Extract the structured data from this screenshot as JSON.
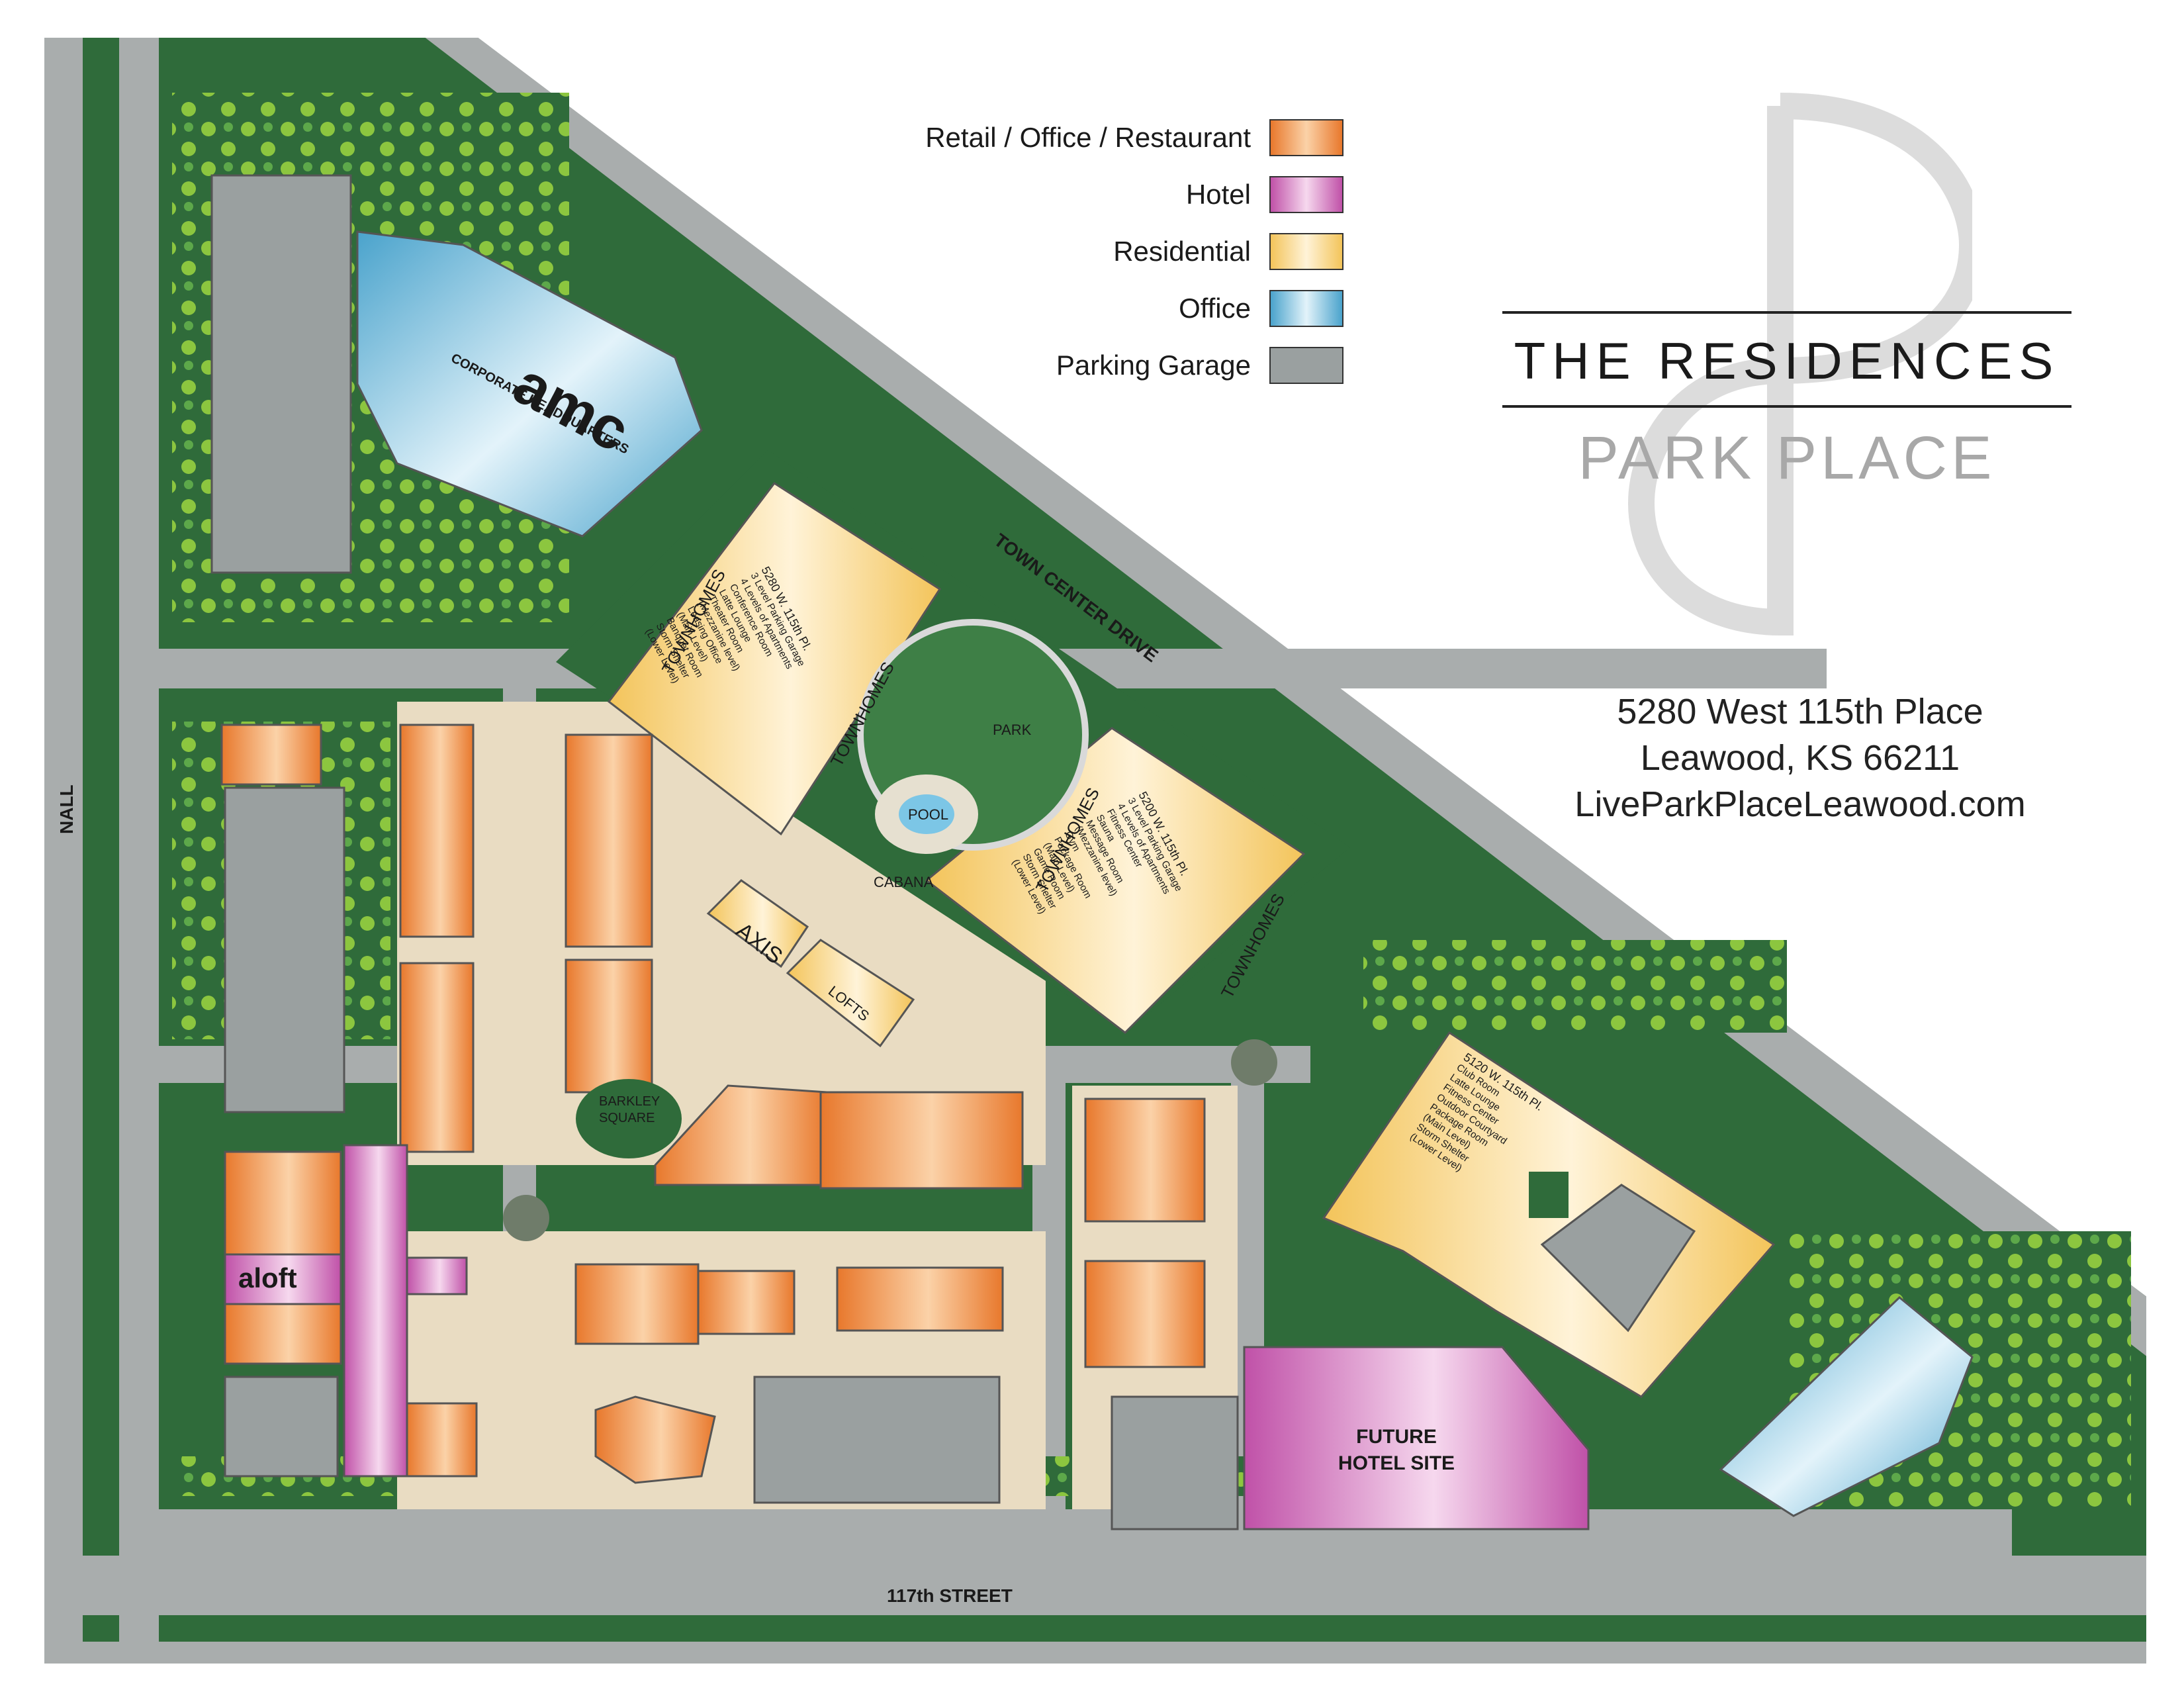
{
  "legend": {
    "items": [
      {
        "label": "Retail / Office / Restaurant",
        "color": "#f08a3c"
      },
      {
        "label": "Hotel",
        "color": "#c860b0"
      },
      {
        "label": "Residential",
        "color": "#f5cf6a"
      },
      {
        "label": "Office",
        "color": "#5aaed0"
      },
      {
        "label": "Parking Garage",
        "color": "#9aa0a0"
      }
    ]
  },
  "brand": {
    "title": "THE RESIDENCES",
    "subtitle": "PARK PLACE"
  },
  "address": {
    "line1": "5280 West 115th Place",
    "line2": "Leawood, KS 66211",
    "website": "LiveParkPlaceLeawood.com"
  },
  "streets": {
    "nall": "NALL",
    "town_center": "TOWN CENTER DRIVE",
    "street_117": "117th STREET"
  },
  "places": {
    "amc_logo": "amc",
    "amc_sub": "CORPORATE HEADQUARTERS",
    "aloft": "aloft",
    "axis": "AXIS",
    "lofts": "LOFTS",
    "park": "PARK",
    "pool": "POOL",
    "cabana": "CABANA",
    "barkley_1": "BARKLEY",
    "barkley_2": "SQUARE",
    "future_hotel_1": "FUTURE",
    "future_hotel_2": "HOTEL SITE",
    "townhomes": "TOWNHOMES"
  },
  "buildings": {
    "b5280": {
      "title": "5280 W. 115th Pl.",
      "lines": [
        "3 Level Parking Garage",
        "4 Levels of Apartments",
        "Conference Room",
        "Latte Lounge",
        "Theater Room",
        "(Mezzanine level)",
        "Leasing Office",
        "(Main Level)",
        "Banquet Room",
        "Storm Shelter",
        "(Lower Level)"
      ]
    },
    "b5200": {
      "title": "5200 W. 115th Pl.",
      "lines": [
        "3 Level Parking Garage",
        "4 Levels of Apartments",
        "Fitness Center",
        "Sauna",
        "Message Room",
        "(Mezzanine level)",
        "Gym",
        "Package Room",
        "(Main Level)",
        "Game Room",
        "Storm Shelter",
        "(Lower Level)"
      ]
    },
    "b5120": {
      "title": "5120 W. 115th Pl.",
      "lines": [
        "Club Room",
        "Latte Lounge",
        "Fitness Center",
        "Outdoor Courtyard",
        "Package Room",
        "(Main Level)",
        "Storm Shelter",
        "(Lower Level)"
      ]
    }
  }
}
